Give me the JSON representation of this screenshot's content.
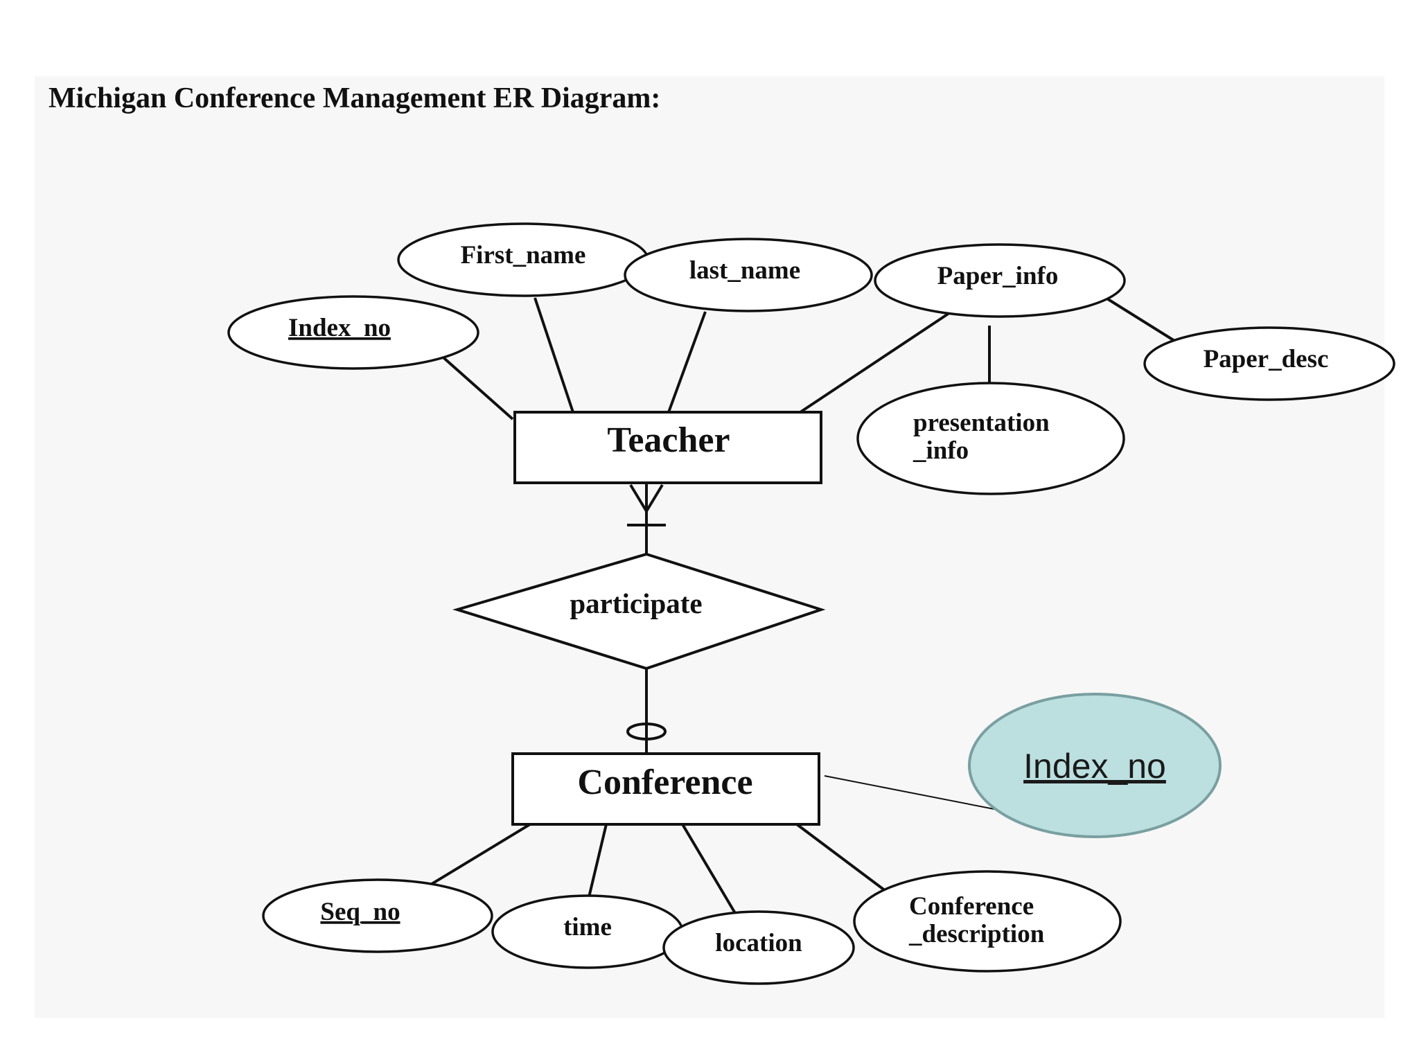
{
  "title": "Michigan Conference Management ER Diagram:",
  "entities": {
    "teacher": "Teacher",
    "conference": "Conference"
  },
  "relationship": "participate",
  "teacher_attributes": {
    "index_no": "Index_no",
    "first_name": "First_name",
    "last_name": "last_name",
    "paper_info": "Paper_info",
    "paper_desc": "Paper_desc",
    "presentation_info_line1": "presentation",
    "presentation_info_line2": "_info"
  },
  "conference_attributes": {
    "seq_no": "Seq_no",
    "time": "time",
    "location": "location",
    "conference_description_line1": "Conference",
    "conference_description_line2": "_description"
  },
  "added_attribute": {
    "label": "Index_no",
    "fill": "#bcdfe0",
    "stroke": "#7a9fa0"
  }
}
